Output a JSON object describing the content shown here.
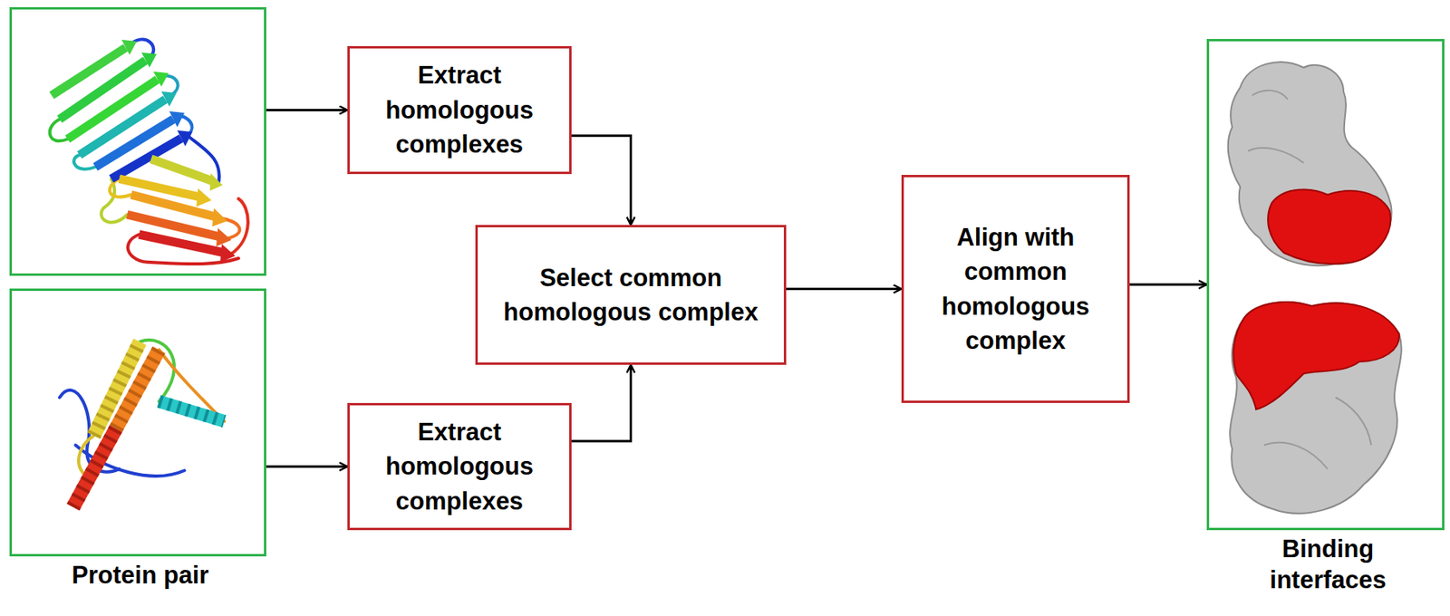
{
  "diagram": {
    "nodes": [
      {
        "text": []
      },
      {
        "text": [
          "Protein pair"
        ]
      },
      {
        "text": [
          "Extract homologous complexes"
        ]
      },
      {
        "text": [
          "Extract homologous complexes"
        ]
      },
      {
        "text": [
          "Select common homologous complex"
        ]
      },
      {
        "text": [
          "Align with common homologous complex"
        ]
      },
      {
        "text": [
          "Binding interfaces"
        ]
      }
    ],
    "edges": [
      {
        "from": 0,
        "to": 2,
        "arrow": "to"
      },
      {
        "from": 1,
        "to": 3,
        "arrow": "to"
      },
      {
        "from": 2,
        "to": 4,
        "arrow": "to"
      },
      {
        "from": 3,
        "to": 4,
        "arrow": "to"
      },
      {
        "from": 4,
        "to": 5,
        "arrow": "to"
      },
      {
        "from": 5,
        "to": 6,
        "arrow": "to"
      }
    ]
  }
}
